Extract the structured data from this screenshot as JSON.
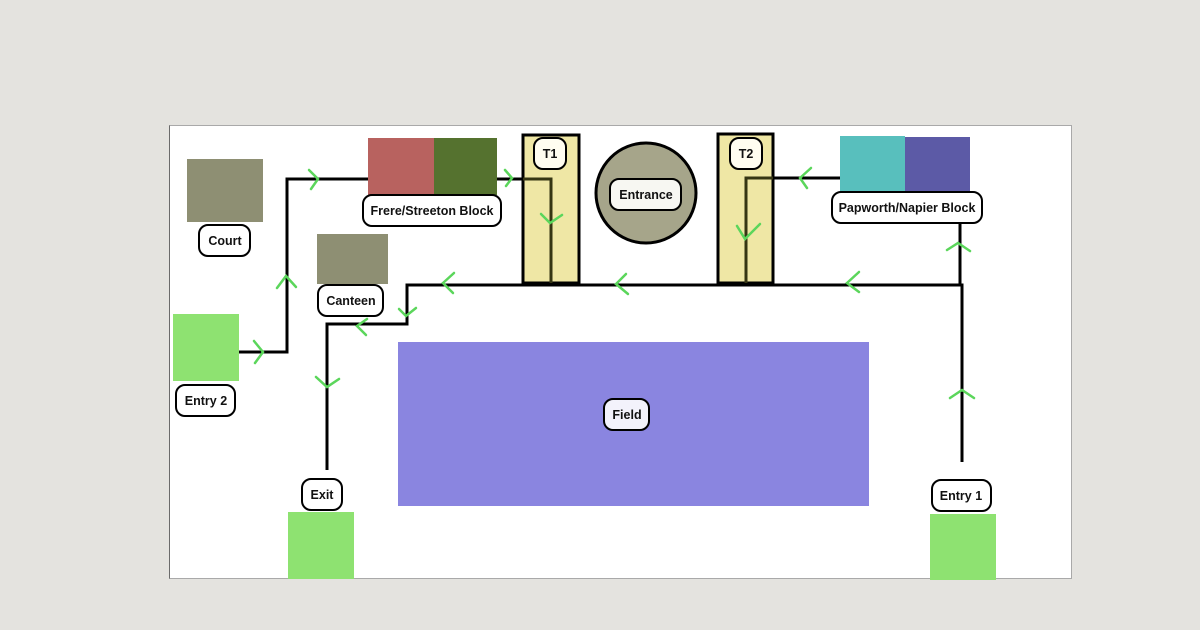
{
  "diagram": {
    "title": "",
    "colors": {
      "path": "#000000",
      "arrow": "#5bd65b",
      "entry_exit": "#8ee271",
      "court": "#8e8f73",
      "canteen": "#8e8f73",
      "frere": "#b8625f",
      "streeton": "#55722f",
      "papworth": "#58bfbd",
      "napier": "#5c5aa6",
      "field": "#8a85e0",
      "toilet": "#efe7a5",
      "entrance": "#a6a58a"
    },
    "locations": {
      "court": "Court",
      "canteen": "Canteen",
      "frere_streeton": "Frere/Streeton Block",
      "t1": "T1",
      "entrance": "Entrance",
      "t2": "T2",
      "papworth_napier": "Papworth/Napier Block",
      "entry2": "Entry 2",
      "field": "Field",
      "exit": "Exit",
      "entry1": "Entry 1"
    }
  }
}
